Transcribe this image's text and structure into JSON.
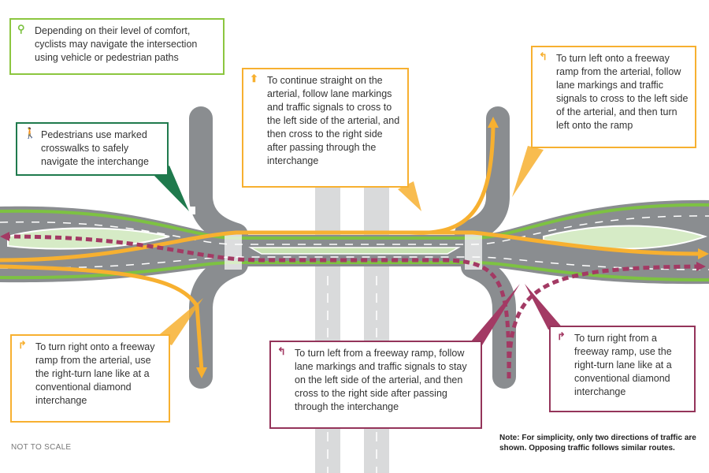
{
  "callouts": {
    "cyclists": "Depending on their level of comfort, cyclists may navigate the intersection using vehicle or pedestrian paths",
    "pedestrians": "Pedestrians use marked crosswalks to safely navigate the interchange",
    "straight": "To continue straight on the arterial, follow lane markings and traffic signals to cross to the left side of the arterial, and then cross to the right side after passing through the interchange",
    "left_onto_ramp": "To turn left onto a freeway ramp from the arterial, follow lane markings and traffic signals to cross to the left side of the arterial, and then turn left onto the ramp",
    "right_onto_ramp": "To turn right onto a freeway ramp from the arterial, use the right-turn lane like at a conventional diamond interchange",
    "left_from_ramp": "To turn left from a freeway ramp, follow lane markings and traffic signals to stay on the left side of the arterial, and then cross to the right side after passing through the interchange",
    "right_from_ramp": "To turn right from a freeway ramp, use the right-turn lane like at a conventional diamond interchange"
  },
  "footer": {
    "not_to_scale": "NOT TO SCALE",
    "note": "Note: For simplicity, only two directions of traffic are shown. Opposing traffic follows similar routes."
  },
  "colors": {
    "orange_route": "#f7b030",
    "plum_route": "#a33a64",
    "bike_lane": "#7dc242",
    "road": "#8a8d90",
    "median": "#d6ebc6",
    "freeway": "#d9dadb",
    "pedestrian": "#1f7a4d"
  },
  "icons": {
    "cyclists": "bicycle-icon",
    "pedestrians": "pedestrian-icon",
    "straight": "arrow-up-icon",
    "left_onto_ramp": "turn-left-arrow-icon",
    "right_onto_ramp": "turn-right-arrow-icon",
    "left_from_ramp": "turn-left-arrow-icon",
    "right_from_ramp": "turn-right-arrow-icon"
  }
}
